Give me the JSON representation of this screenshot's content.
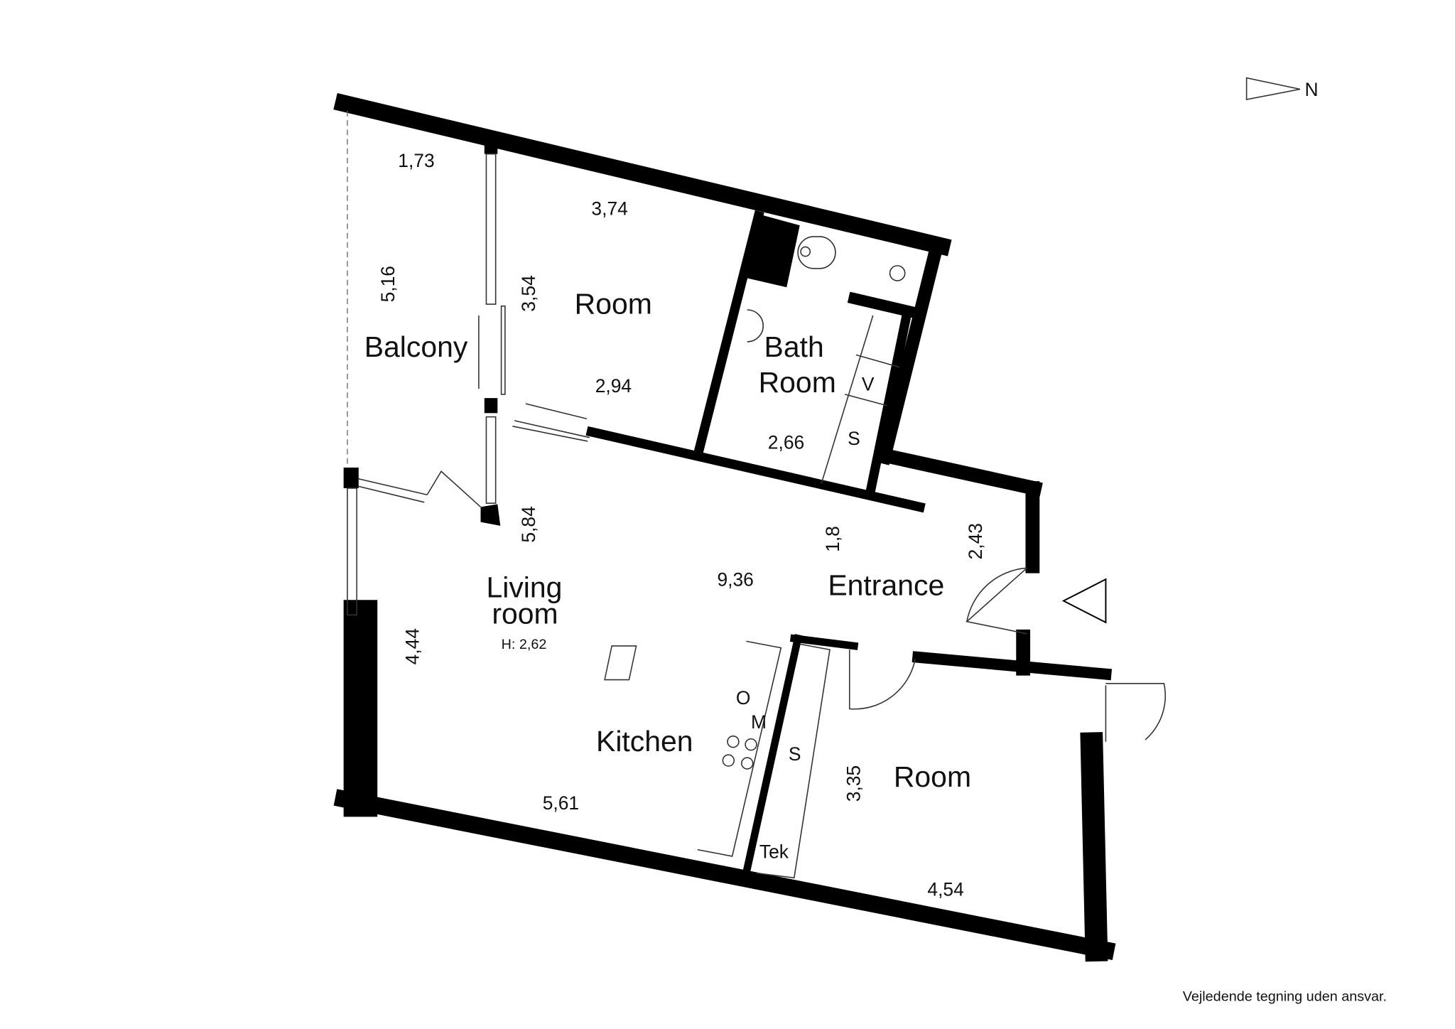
{
  "compass": {
    "label": "N"
  },
  "rooms": {
    "balcony": {
      "label": "Balcony",
      "area": "1,73",
      "dim": "5,16"
    },
    "room1": {
      "label": "Room",
      "area": "3,74",
      "dim_side": "3,54",
      "dim_bottom": "2,94"
    },
    "bath": {
      "label_line1": "Bath",
      "label_line2": "Room",
      "area": "2,66",
      "fixture_v": "V",
      "fixture_s": "S"
    },
    "living": {
      "label_line1": "Living",
      "label_line2": "room",
      "height": "H: 2,62",
      "dim_side": "5,84",
      "dim_left": "4,44",
      "dim_center": "9,36",
      "dim_bottom": "5,61"
    },
    "entrance": {
      "label": "Entrance",
      "dim1": "1,8",
      "dim2": "2,43"
    },
    "kitchen": {
      "label": "Kitchen",
      "oven": "O",
      "microwave": "M",
      "closet": "S",
      "tech": "Tek"
    },
    "room2": {
      "label": "Room",
      "dim_side": "3,35",
      "dim_bottom": "4,54"
    }
  },
  "footer": {
    "disclaimer": "Vejledende tegning uden ansvar."
  }
}
